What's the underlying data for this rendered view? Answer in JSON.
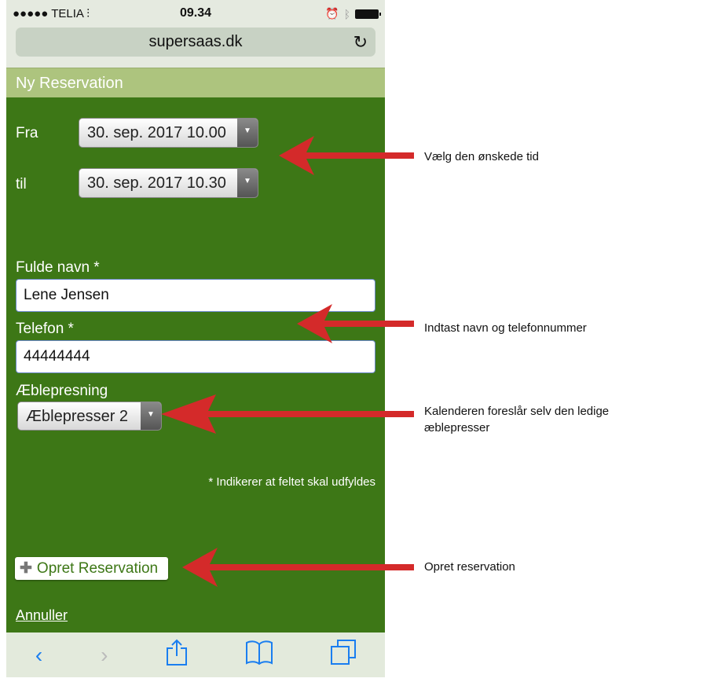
{
  "status": {
    "carrier": "●●●●● TELIA",
    "wifi_icon": "wifi-icon",
    "time": "09.34"
  },
  "browser": {
    "url": "supersaas.dk"
  },
  "header": {
    "title": "Ny Reservation"
  },
  "form": {
    "from_label": "Fra",
    "from_value": "30. sep. 2017 10.00",
    "to_label": "til",
    "to_value": "30. sep. 2017 10.30",
    "name_label": "Fulde navn *",
    "name_value": "Lene Jensen",
    "phone_label": "Telefon *",
    "phone_value": "44444444",
    "resource_label": "Æblepresning",
    "resource_value": "Æblepresser 2",
    "required_note": "* Indikerer at feltet skal udfyldes",
    "submit_label": "Opret Reservation",
    "cancel_label": "Annuller"
  },
  "annotations": [
    "Vælg den ønskede tid",
    "Indtast navn og telefonnummer",
    "Kalenderen foreslår selv den ledige æblepresser",
    "Opret reservation"
  ],
  "colors": {
    "green": "#3d7716",
    "header": "#adc47e",
    "arrow": "#d42a2a",
    "ios_blue": "#1a7ef0"
  }
}
